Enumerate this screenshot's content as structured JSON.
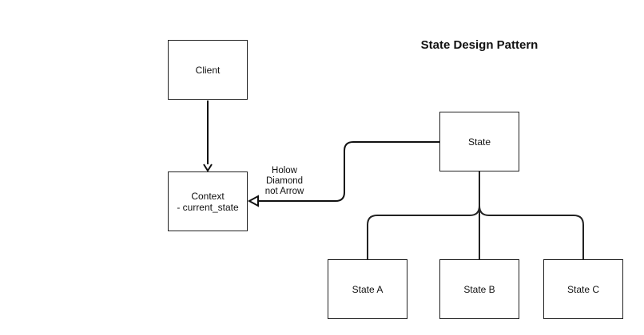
{
  "diagram": {
    "title": "State Design Pattern",
    "nodes": {
      "client": "Client",
      "context": [
        "Context",
        "- current_state"
      ],
      "state": "State",
      "state_a": "State A",
      "state_b": "State B",
      "state_c": "State C"
    },
    "annotation": [
      "Holow",
      "Diamond",
      "not Arrow"
    ]
  }
}
